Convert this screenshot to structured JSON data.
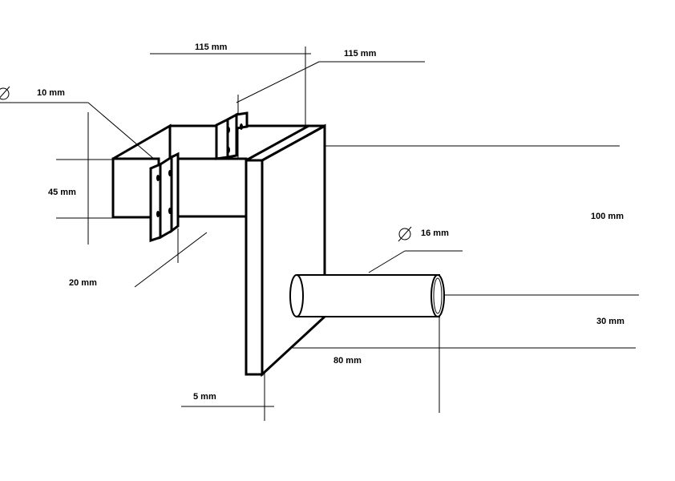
{
  "drawing": {
    "dimensions": {
      "top_width_front": "115 mm",
      "top_width_side": "115 mm",
      "bolt_diameter": "10 mm",
      "channel_height": "45 mm",
      "channel_depth": "20 mm",
      "plate_height": "100 mm",
      "pin_diameter": "16 mm",
      "pin_offset": "30 mm",
      "pin_length": "80 mm",
      "plate_thickness": "5 mm"
    }
  }
}
